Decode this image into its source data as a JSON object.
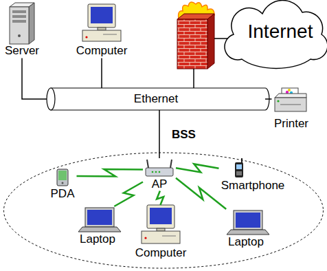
{
  "diagram": {
    "nodes": [
      {
        "text": [
          "Server"
        ]
      },
      {
        "text": [
          "Computer"
        ]
      },
      {
        "text": [
          "Internet"
        ]
      },
      {
        "text": [
          "Ethernet"
        ]
      },
      {
        "text": [
          "Printer"
        ]
      },
      {
        "text": [
          "BSS"
        ]
      },
      {
        "text": [
          "AP"
        ],
        "in": 5
      },
      {
        "text": [
          "PDA"
        ],
        "in": 5
      },
      {
        "text": [
          "Smartphone"
        ],
        "in": 5
      },
      {
        "text": [
          "Laptop"
        ],
        "in": 5
      },
      {
        "text": [
          "Computer"
        ],
        "in": 5
      },
      {
        "text": [
          "Laptop"
        ],
        "in": 5
      }
    ],
    "edges": [
      {
        "from": 0,
        "to": 3,
        "arrow": "none"
      },
      {
        "from": 1,
        "to": 3,
        "arrow": "none"
      },
      {
        "from": 3,
        "to": 4,
        "arrow": "none"
      },
      {
        "from": 3,
        "to": 6,
        "arrow": "none"
      },
      {
        "from": 6,
        "to": 7,
        "arrow": "none"
      },
      {
        "from": 6,
        "to": 8,
        "arrow": "none"
      },
      {
        "from": 6,
        "to": 9,
        "arrow": "none"
      },
      {
        "from": 6,
        "to": 10,
        "arrow": "none"
      },
      {
        "from": 6,
        "to": 11,
        "arrow": "none"
      }
    ]
  }
}
